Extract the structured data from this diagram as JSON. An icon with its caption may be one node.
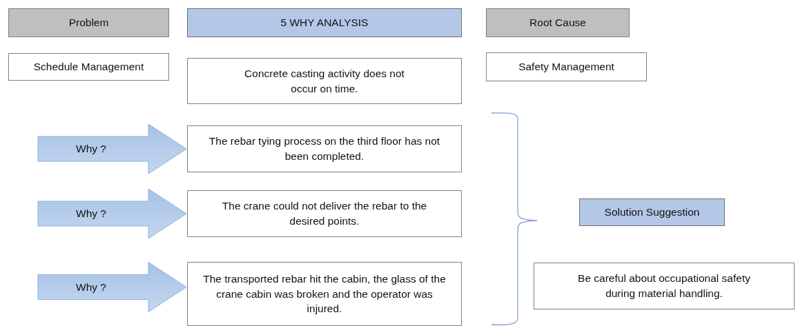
{
  "diagram": {
    "nodes": [
      {
        "text": [
          "Problem"
        ]
      },
      {
        "text": [
          "5 WHY ANALYSIS"
        ]
      },
      {
        "text": [
          "Root Cause"
        ]
      },
      {
        "text": [
          "Schedule Management"
        ]
      },
      {
        "text": [
          "Concrete casting activity does not occur on time."
        ]
      },
      {
        "text": [
          "Safety Management"
        ]
      },
      {
        "text": [
          "The rebar tying process on the third floor has not been completed."
        ]
      },
      {
        "text": [
          "The crane could not deliver the rebar to the desired points."
        ]
      },
      {
        "text": [
          "The transported rebar hit the cabin, the glass of the crane cabin was broken and the operator was injured."
        ]
      },
      {
        "text": [
          "Solution Suggestion"
        ]
      },
      {
        "text": [
          "Be careful about occupational safety during material handling."
        ]
      }
    ],
    "edges": [
      {
        "from": null,
        "to": 6,
        "arrow": "to",
        "label": "Why ?"
      },
      {
        "from": null,
        "to": 7,
        "arrow": "to",
        "label": "Why ?"
      },
      {
        "from": null,
        "to": 8,
        "arrow": "to",
        "label": "Why ?"
      }
    ]
  }
}
